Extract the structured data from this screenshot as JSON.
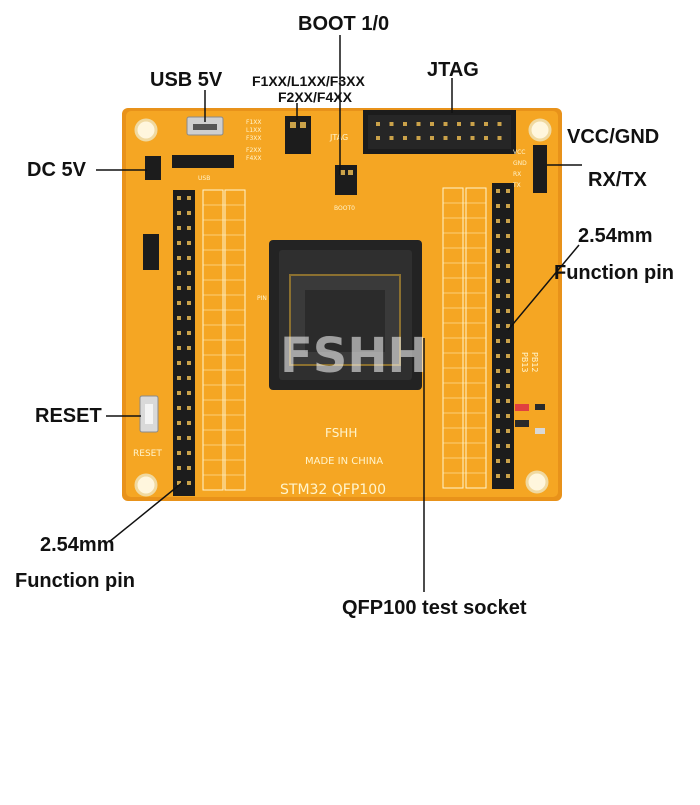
{
  "callouts": {
    "boot": "BOOT 1/0",
    "usb": "USB 5V",
    "series_line1": "F1XX/L1XX/F3XX",
    "series_line2": "F2XX/F4XX",
    "jtag": "JTAG",
    "vcc_gnd": "VCC/GND",
    "dc": "DC 5V",
    "rx_tx": "RX/TX",
    "pitch_right": "2.54mm",
    "function_pin_right": "Function pin",
    "reset": "RESET",
    "pitch_left": "2.54mm",
    "function_pin_left": "Function pin",
    "socket": "QFP100 test socket"
  },
  "board": {
    "model": "STM32  QFP100",
    "made_in": "MADE IN CHINA",
    "brand": "FSHH",
    "watermark": "FSHH",
    "reset_silk": "RESET",
    "jtag_silk": "JTAG",
    "boot_silk": "BOOT0",
    "usb_silk": "USB",
    "pin_silk": "PIN",
    "series_silk": [
      "F1XX",
      "L1XX",
      "F3XX",
      "F2XX",
      "F4XX"
    ],
    "power_silk": [
      "VCC",
      "GND",
      "RX",
      "TX"
    ],
    "pb_silk": [
      "PB12",
      "PB13"
    ],
    "colors": {
      "pcb": "#f5a623",
      "pcb_edge": "#e8921a",
      "silk": "#fff4cc",
      "header": "#1c1c1c",
      "socket": "#232323",
      "gold": "#caa24a"
    }
  }
}
